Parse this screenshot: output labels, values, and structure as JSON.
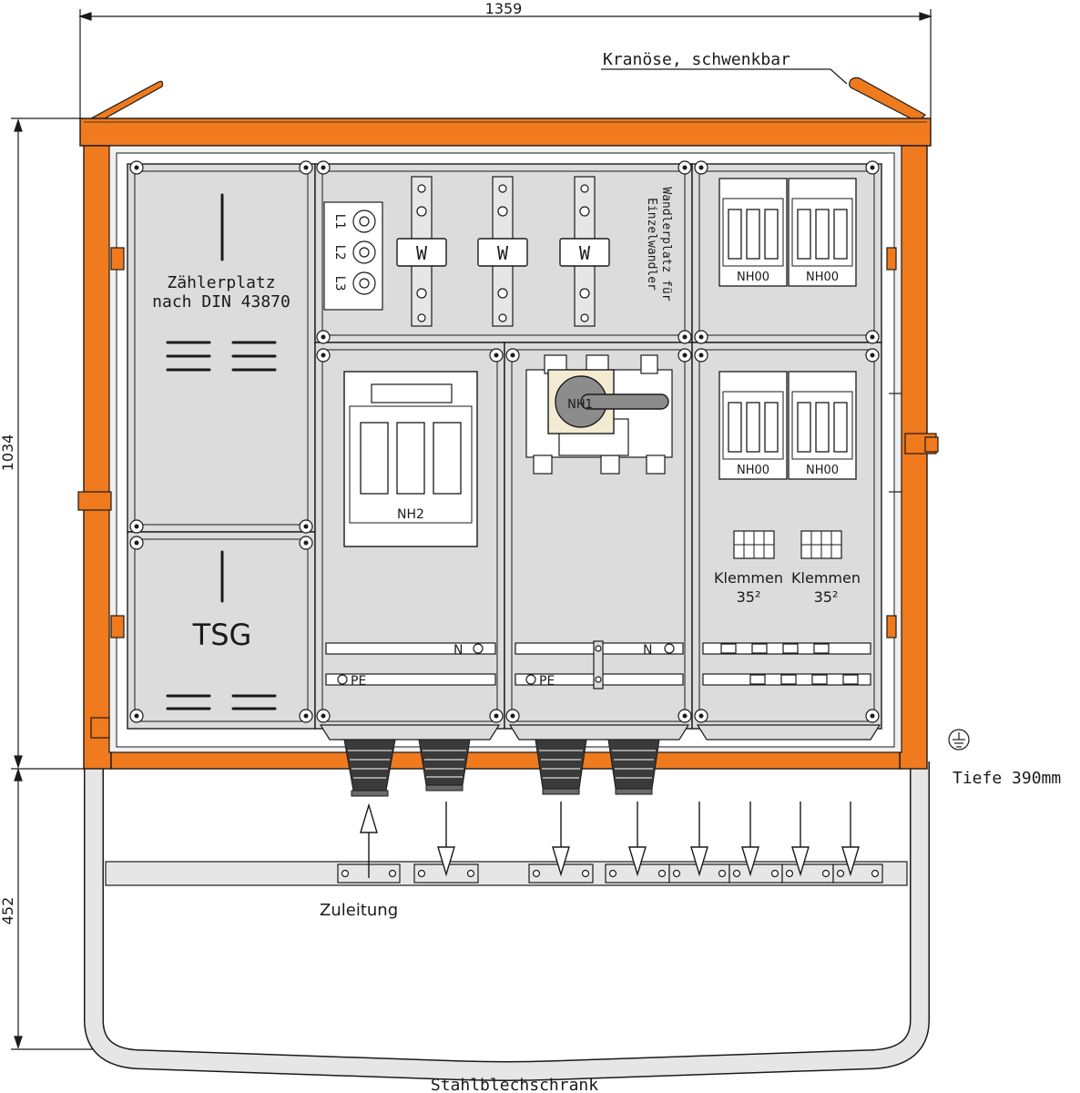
{
  "dimensions": {
    "width": "1359",
    "height_cabinet": "1034",
    "height_stand": "452"
  },
  "labels": {
    "crane_eye": "Kranöse, schwenkbar",
    "meter_place_line1": "Zählerplatz",
    "meter_place_line2": "nach DIN 43870",
    "tsg": "TSG",
    "transformer_place_line1": "Wandlerplatz für",
    "transformer_place_line2": "Einzelwandler",
    "phase_l1": "L1",
    "phase_l2": "L2",
    "phase_l3": "L3",
    "transformer_w": "W",
    "fuse_nh2": "NH2",
    "fuse_nh1": "NH1",
    "fuse_nh00": "NH00",
    "terminals": "Klemmen",
    "terminals_size": "35²",
    "busbar_n": "N",
    "busbar_pe": "PE",
    "depth": "Tiefe 390mm",
    "supply": "Zuleitung",
    "cabinet": "Stahlblechschrank"
  },
  "colors": {
    "housing": "#f07a1e",
    "panel": "#dcdcdc",
    "frame": "#f0f0f0",
    "line": "#1a1a1a",
    "handle": "#8c8c8c",
    "cream": "#f3ead2"
  }
}
